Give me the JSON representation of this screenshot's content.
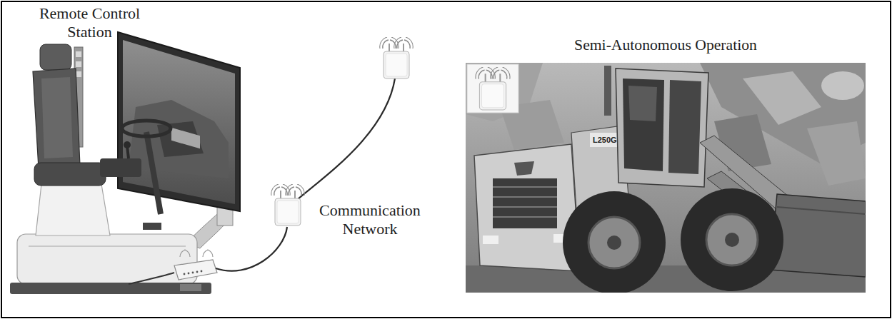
{
  "diagram": {
    "nodes": [
      {
        "text": [
          "Semi-Autonomous Operation"
        ]
      }
    ],
    "labels": [
      "Remote Control Station",
      "Communication Network",
      "L250G"
    ]
  }
}
